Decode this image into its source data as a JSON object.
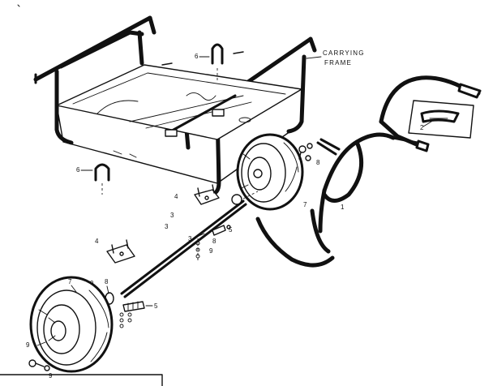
{
  "labels": {
    "carrying_frame_line1": "CARRYING",
    "carrying_frame_line2": "FRAME"
  },
  "callouts": {
    "c1": "1",
    "c2": "2",
    "c3a": "3",
    "c3b": "3",
    "c3c": "3",
    "c4a": "4",
    "c4b": "4",
    "c5a": "5",
    "c5b": "5",
    "c6a": "6",
    "c6b": "6",
    "c7a": "7",
    "c7b": "7",
    "c8a": "8",
    "c8b": "8",
    "c8c": "8",
    "c9a": "9",
    "c9b": "9",
    "c9c": "9",
    "c9d": "9"
  },
  "colors": {
    "ink": "#111111",
    "paper": "#ffffff"
  }
}
